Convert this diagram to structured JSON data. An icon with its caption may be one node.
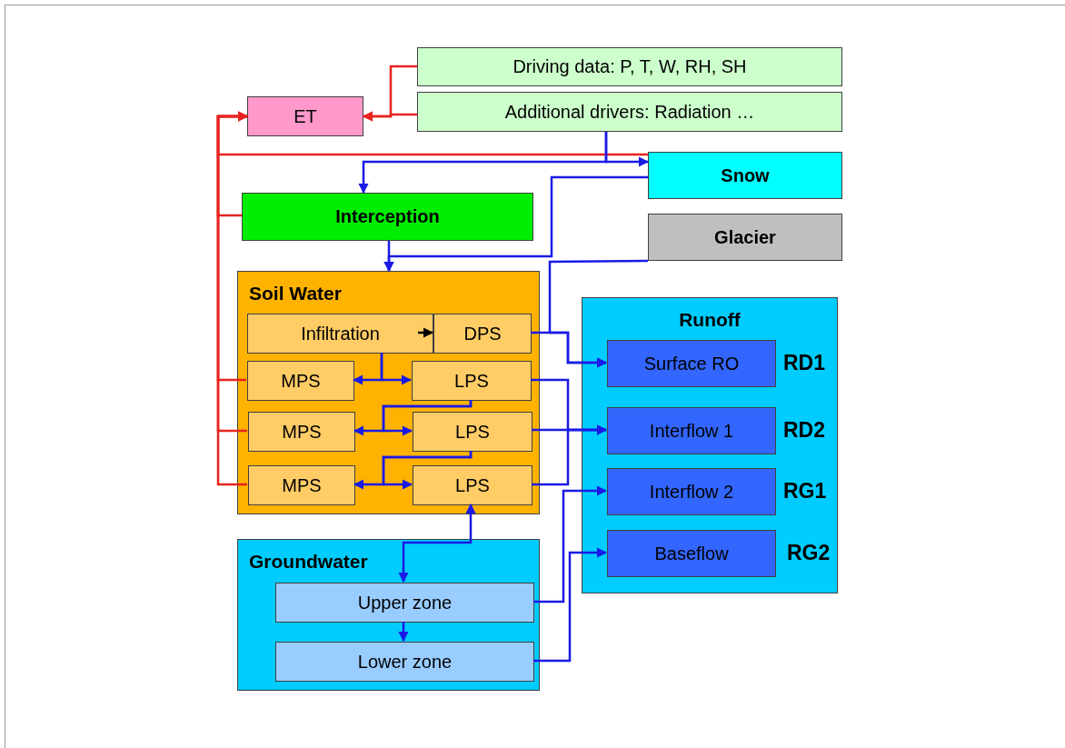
{
  "diagram": {
    "nodes": [
      {
        "text": [
          "Driving data: P, T, W, RH, SH"
        ]
      },
      {
        "text": [
          "Additional drivers: Radiation …"
        ]
      },
      {
        "text": [
          "ET"
        ]
      },
      {
        "text": [
          "Snow"
        ]
      },
      {
        "text": [
          "Interception"
        ]
      },
      {
        "text": [
          "Glacier"
        ]
      },
      {
        "text": [
          "Soil Water"
        ]
      },
      {
        "text": [
          "Infiltration"
        ],
        "in": 6
      },
      {
        "text": [
          "DPS"
        ],
        "in": 6
      },
      {
        "text": [
          "MPS"
        ],
        "in": 6
      },
      {
        "text": [
          "LPS"
        ],
        "in": 6
      },
      {
        "text": [
          "MPS"
        ],
        "in": 6
      },
      {
        "text": [
          "LPS"
        ],
        "in": 6
      },
      {
        "text": [
          "MPS"
        ],
        "in": 6
      },
      {
        "text": [
          "LPS"
        ],
        "in": 6
      },
      {
        "text": [
          "Runoff"
        ]
      },
      {
        "text": [
          "Surface RO"
        ],
        "in": 15,
        "beside": [
          "RD1"
        ]
      },
      {
        "text": [
          "Interflow 1"
        ],
        "in": 15,
        "beside": [
          "RD2"
        ]
      },
      {
        "text": [
          "Interflow 2"
        ],
        "in": 15,
        "beside": [
          "RG1"
        ]
      },
      {
        "text": [
          "Baseflow"
        ],
        "in": 15,
        "beside": [
          "RG2"
        ]
      },
      {
        "text": [
          "Groundwater"
        ]
      },
      {
        "text": [
          "Upper zone"
        ],
        "in": 20
      },
      {
        "text": [
          "Lower zone"
        ],
        "in": 20
      }
    ],
    "edges": [
      {
        "from": 0,
        "to": 2,
        "arrow": "to",
        "color": "#e8231f"
      },
      {
        "from": 1,
        "to": 2,
        "arrow": "to",
        "color": "#e8231f"
      },
      {
        "from": 3,
        "to": 2,
        "arrow": "to",
        "color": "#e8231f"
      },
      {
        "from": 4,
        "to": 2,
        "arrow": "to",
        "color": "#e8231f"
      },
      {
        "from": 9,
        "to": 2,
        "arrow": "to",
        "color": "#e8231f"
      },
      {
        "from": 11,
        "to": 2,
        "arrow": "to",
        "color": "#e8231f"
      },
      {
        "from": 13,
        "to": 2,
        "arrow": "to",
        "color": "#e8231f"
      },
      {
        "from": 1,
        "to": 3,
        "arrow": "to"
      },
      {
        "from": 1,
        "to": 4,
        "arrow": "to"
      },
      {
        "from": 3,
        "to": 6,
        "arrow": "to"
      },
      {
        "from": 4,
        "to": 6,
        "arrow": "to"
      },
      {
        "from": 5,
        "to": 16,
        "arrow": "to"
      },
      {
        "from": 7,
        "to": 8,
        "arrow": "to",
        "color": "#000000"
      },
      {
        "from": 8,
        "to": 16,
        "arrow": "to"
      },
      {
        "from": 7,
        "to": 9,
        "arrow": "to"
      },
      {
        "from": 7,
        "to": 10,
        "arrow": "to"
      },
      {
        "from": 10,
        "to": 11,
        "arrow": "to"
      },
      {
        "from": 10,
        "to": 12,
        "arrow": "to"
      },
      {
        "from": 12,
        "to": 13,
        "arrow": "to"
      },
      {
        "from": 12,
        "to": 14,
        "arrow": "to"
      },
      {
        "from": 10,
        "to": 17,
        "arrow": "to"
      },
      {
        "from": 12,
        "to": 17,
        "arrow": "to"
      },
      {
        "from": 14,
        "to": 17,
        "arrow": "to"
      },
      {
        "from": 14,
        "to": 21,
        "arrow": "both"
      },
      {
        "from": 21,
        "to": 22,
        "arrow": "to"
      },
      {
        "from": 21,
        "to": 18,
        "arrow": "to"
      },
      {
        "from": 22,
        "to": 19,
        "arrow": "to"
      }
    ]
  }
}
